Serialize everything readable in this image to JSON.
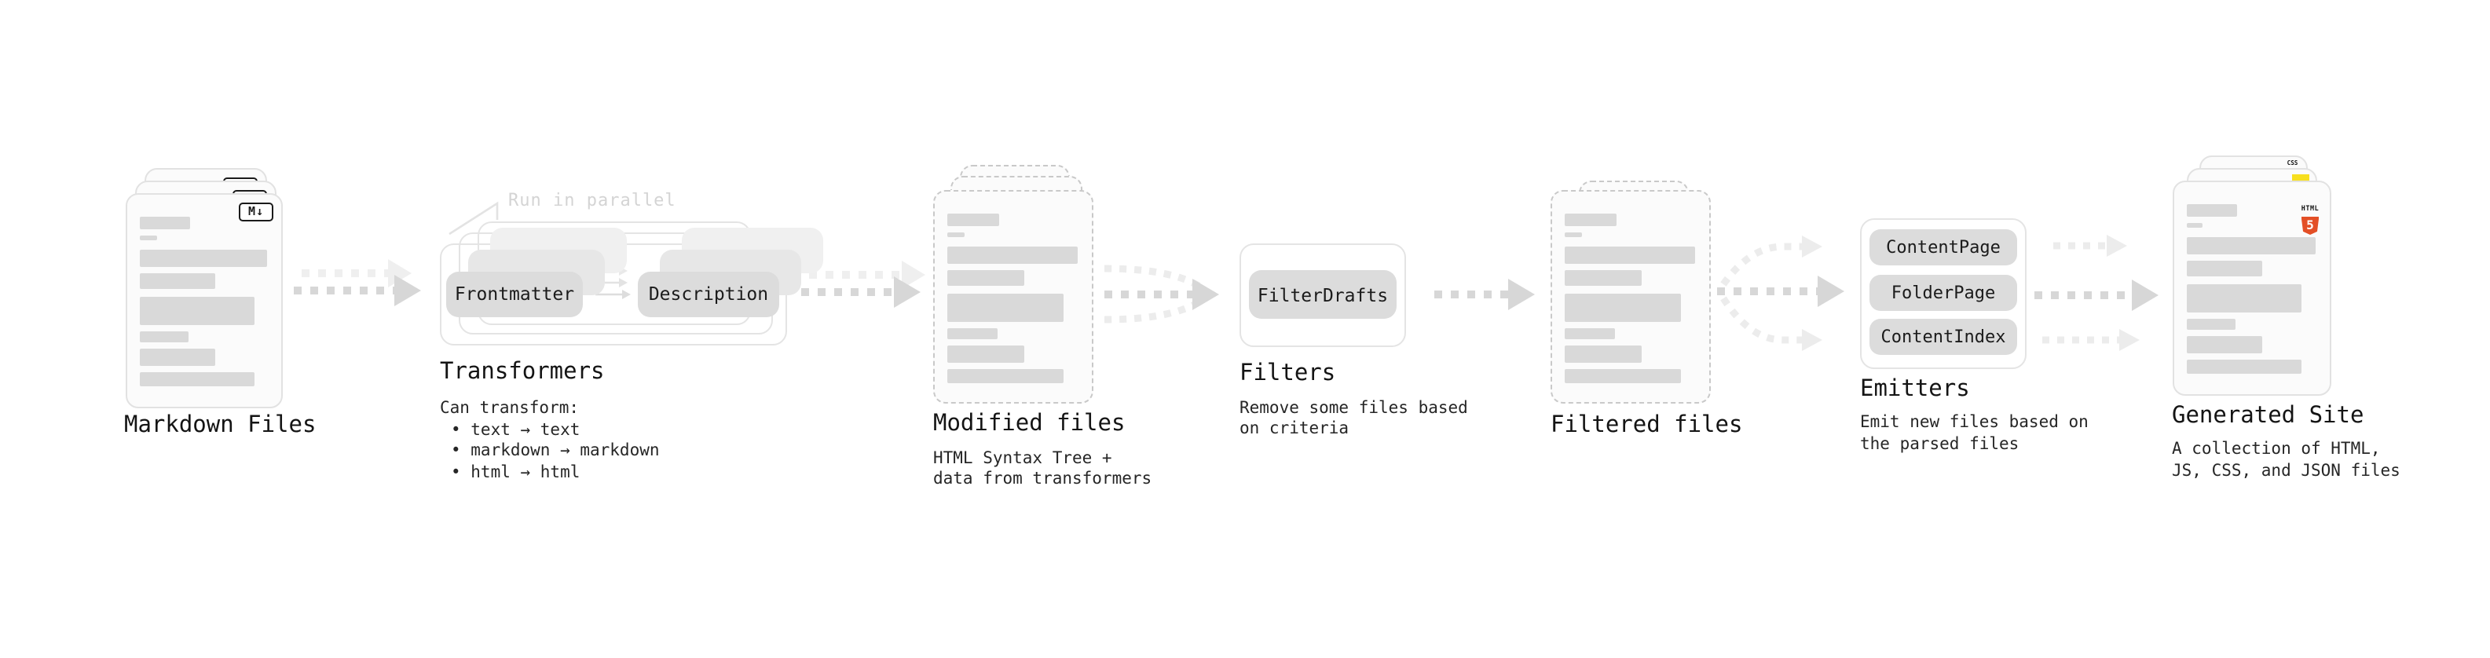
{
  "stages": {
    "markdown_files": {
      "label": "Markdown Files",
      "badge": "M↓"
    },
    "transformers": {
      "label": "Transformers",
      "note": "Run in parallel",
      "boxes": [
        "Frontmatter",
        "Description"
      ],
      "desc_heading": "Can transform:",
      "bullets": [
        "• text → text",
        "• markdown → markdown",
        "• html → html"
      ]
    },
    "modified_files": {
      "label": "Modified files",
      "desc_line1": "HTML Syntax Tree +",
      "desc_line2": "data from transformers"
    },
    "filters": {
      "label": "Filters",
      "boxes": [
        "FilterDrafts"
      ],
      "desc_line1": "Remove some files based",
      "desc_line2": "on criteria"
    },
    "filtered_files": {
      "label": "Filtered files"
    },
    "emitters": {
      "label": "Emitters",
      "boxes": [
        "ContentPage",
        "FolderPage",
        "ContentIndex"
      ],
      "desc_line1": "Emit new files based on",
      "desc_line2": "the parsed files"
    },
    "generated_site": {
      "label": "Generated Site",
      "desc_line1": "A collection of HTML,",
      "desc_line2": "JS, CSS, and JSON files",
      "badges": {
        "html5_wordmark": "HTML",
        "html5_number": "5",
        "css_label": "CSS"
      }
    }
  },
  "file_card_bars": [
    {
      "w": 33,
      "h": 8,
      "mt": 14
    },
    {
      "w": 11,
      "h": 3,
      "mt": 4
    },
    {
      "w": 83,
      "h": 11,
      "mt": 6
    },
    {
      "w": 49,
      "h": 10,
      "mt": 4
    },
    {
      "w": 74,
      "h": 18,
      "mt": 5
    },
    {
      "w": 32,
      "h": 7,
      "mt": 4
    },
    {
      "w": 49,
      "h": 11,
      "mt": 4
    },
    {
      "w": 74,
      "h": 9,
      "mt": 4
    }
  ],
  "colors": {
    "card_fill": "#fbfbfb",
    "card_border": "#e2e2e2",
    "dashed_border": "#c9c9c9",
    "skeleton_bar": "#d9d9d9",
    "grey_box": "#dcdcdc",
    "arrow_main": "#d7d7d7",
    "arrow_ghost": "#efefef",
    "arrow_light": "#ececec",
    "note_text": "#d4d4d4",
    "html5_orange": "#e34f26",
    "js_yellow": "#f7df1e",
    "css_blue": "#2962f1"
  }
}
